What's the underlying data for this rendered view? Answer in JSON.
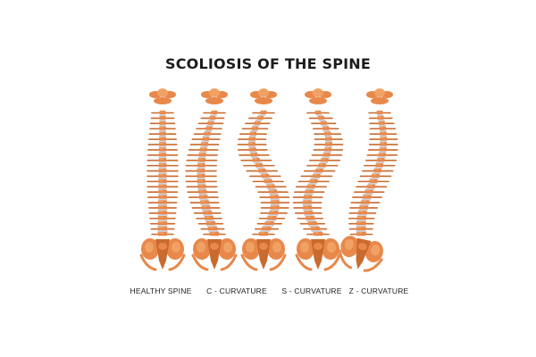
{
  "title": "SCOLIOSIS OF THE SPINE",
  "colors": {
    "bone": "#e8884a",
    "bone_light": "#f0a265",
    "bone_dark": "#c96a2e",
    "disc": "#cfd3dc"
  },
  "spines": [
    {
      "label": "HEALTHY SPINE",
      "curvature": "none"
    },
    {
      "label": "C - CURVATURE",
      "curvature": "c"
    },
    {
      "label": "S - CURVATURE",
      "curvature": "s"
    },
    {
      "label": "Z - CURVATURE",
      "curvature": "z"
    }
  ]
}
